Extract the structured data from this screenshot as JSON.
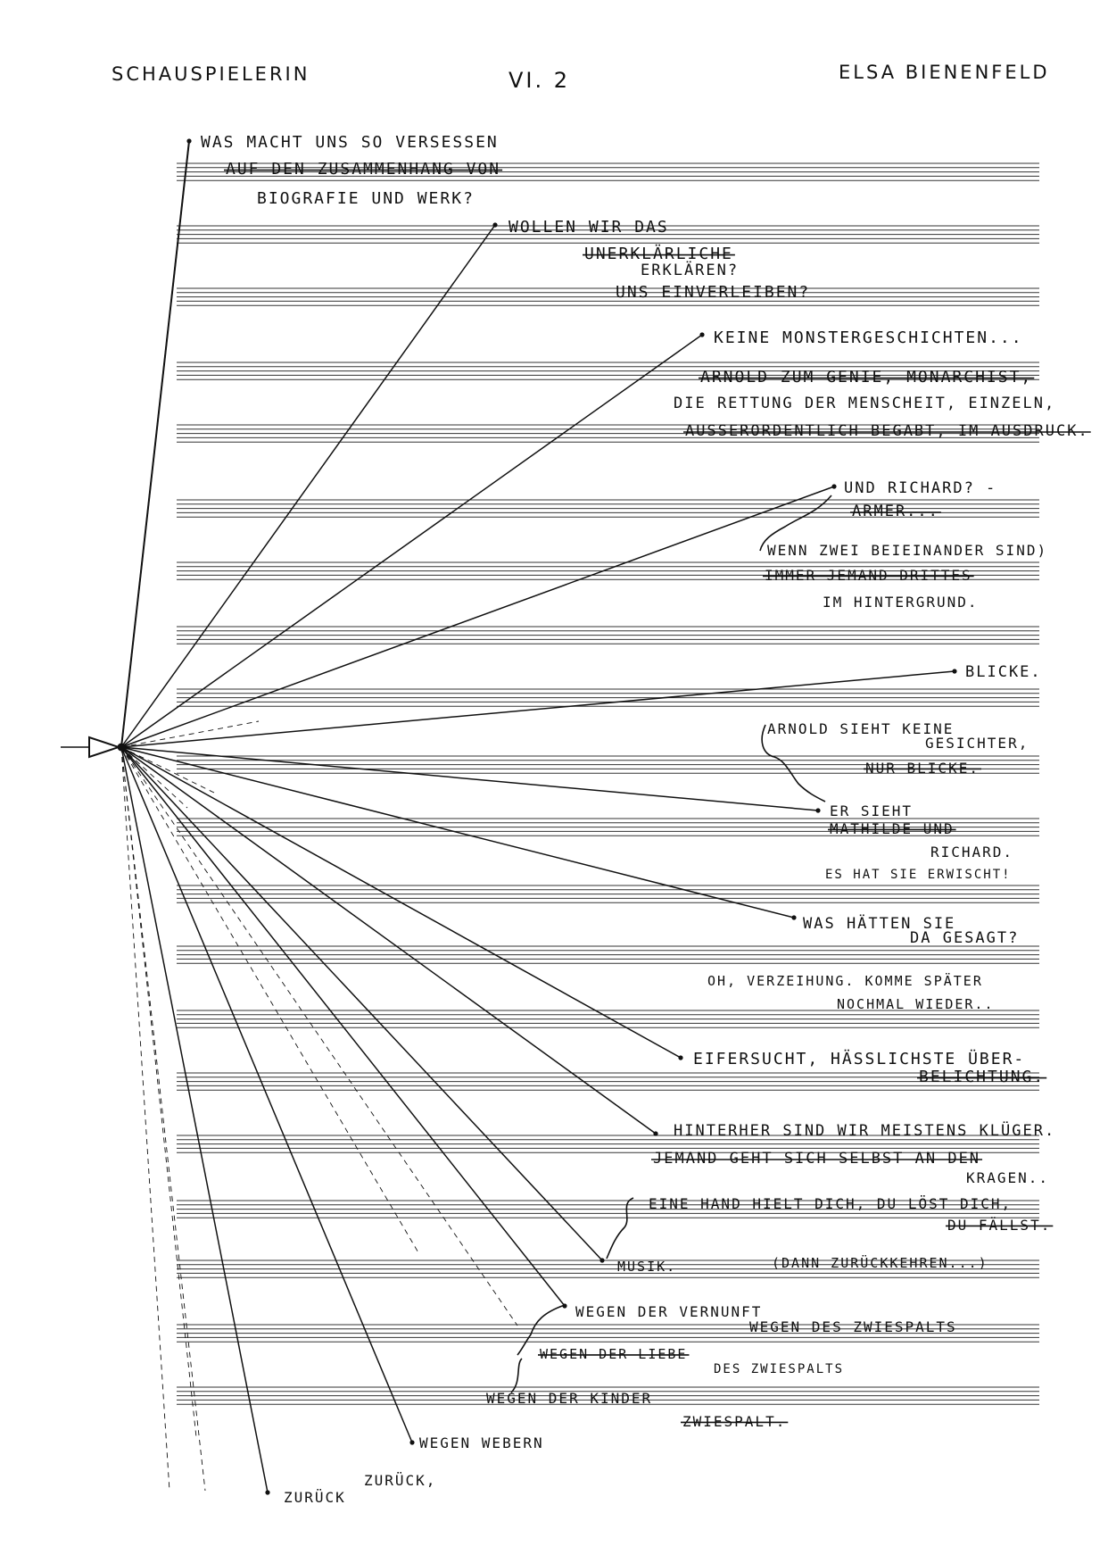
{
  "header": {
    "role": "SCHAUSPIELERIN",
    "page_number": "VI. 2",
    "author": "ELSA BIENENFELD"
  },
  "colors": {
    "ink": "#111111",
    "paper": "#ffffff",
    "staff_line": "#333333"
  },
  "staves": {
    "systems": 20,
    "lines_per_system": 5
  },
  "texts": [
    {
      "id": "t1",
      "text": "WAS MACHT UNS SO VERSESSEN"
    },
    {
      "id": "t2",
      "text": "AUF DEN ZUSAMMENHANG VON",
      "struck": true
    },
    {
      "id": "t3",
      "text": "BIOGRAFIE UND WERK?"
    },
    {
      "id": "t4",
      "text": "WOLLEN WIR DAS"
    },
    {
      "id": "t5",
      "text": "UNERKLÄRLICHE",
      "struck": true
    },
    {
      "id": "t6",
      "text": "ERKLÄREN?"
    },
    {
      "id": "t7",
      "text": "UNS EINVERLEIBEN?"
    },
    {
      "id": "t8",
      "text": "KEINE MONSTERGESCHICHTEN..."
    },
    {
      "id": "t9",
      "text": "ARNOLD ZUM GENIE, MONARCHIST,",
      "struck": true
    },
    {
      "id": "t10",
      "text": "DIE RETTUNG DER MENSCHEIT, EINZELN,"
    },
    {
      "id": "t11",
      "text": "AUSSERORDENTLICH BEGABT, IM AUSDRUCK.",
      "struck": true
    },
    {
      "id": "t12",
      "text": "UND RICHARD? -"
    },
    {
      "id": "t13",
      "text": "ARMER...",
      "struck": true
    },
    {
      "id": "t14",
      "text": "WENN ZWEI BEIEINANDER SIND)"
    },
    {
      "id": "t15",
      "text": "IMMER JEMAND DRITTES",
      "struck": true
    },
    {
      "id": "t16",
      "text": "IM HINTERGRUND."
    },
    {
      "id": "t17",
      "text": "BLICKE."
    },
    {
      "id": "t18",
      "text": "ARNOLD SIEHT KEINE"
    },
    {
      "id": "t19",
      "text": "GESICHTER,"
    },
    {
      "id": "t20",
      "text": "NUR BLICKE.",
      "struck": true
    },
    {
      "id": "t21",
      "text": "ER SIEHT"
    },
    {
      "id": "t22",
      "text": "MATHILDE UND",
      "struck": true
    },
    {
      "id": "t23",
      "text": "RICHARD."
    },
    {
      "id": "t24",
      "text": "ES HAT SIE ERWISCHT!"
    },
    {
      "id": "t25",
      "text": "WAS HÄTTEN SIE"
    },
    {
      "id": "t26",
      "text": "DA GESAGT?"
    },
    {
      "id": "t27",
      "text": "OH, VERZEIHUNG. KOMME SPÄTER"
    },
    {
      "id": "t28",
      "text": "NOCHMAL WIEDER.."
    },
    {
      "id": "t29",
      "text": "EIFERSUCHT, HÄSSLICHSTE ÜBER-"
    },
    {
      "id": "t30",
      "text": "BELICHTUNG.",
      "struck": true
    },
    {
      "id": "t31",
      "text": "HINTERHER SIND WIR MEISTENS KLÜGER."
    },
    {
      "id": "t32",
      "text": "JEMAND GEHT SICH SELBST AN DEN",
      "struck": true
    },
    {
      "id": "t33",
      "text": "KRAGEN.."
    },
    {
      "id": "t34",
      "text": "EINE HAND HIELT DICH, DU LÖST DICH,"
    },
    {
      "id": "t35",
      "text": "DU FÄLLST.",
      "struck": true
    },
    {
      "id": "t36",
      "text": "MUSIK."
    },
    {
      "id": "t37",
      "text": "(DANN ZURÜCKKEHREN...)"
    },
    {
      "id": "t38",
      "text": "WEGEN DER VERNUNFT"
    },
    {
      "id": "t39",
      "text": "WEGEN DES ZWIESPALTS"
    },
    {
      "id": "t40",
      "text": "WEGEN DER LIEBE",
      "struck": true
    },
    {
      "id": "t41",
      "text": "DES ZWIESPALTS"
    },
    {
      "id": "t42",
      "text": "WEGEN DER KINDER"
    },
    {
      "id": "t43",
      "text": "ZWIESPALT.",
      "struck": true
    },
    {
      "id": "t44",
      "text": "WEGEN WEBERN"
    },
    {
      "id": "t45",
      "text": "ZURÜCK,"
    },
    {
      "id": "t46",
      "text": "ZURÜCK"
    }
  ]
}
